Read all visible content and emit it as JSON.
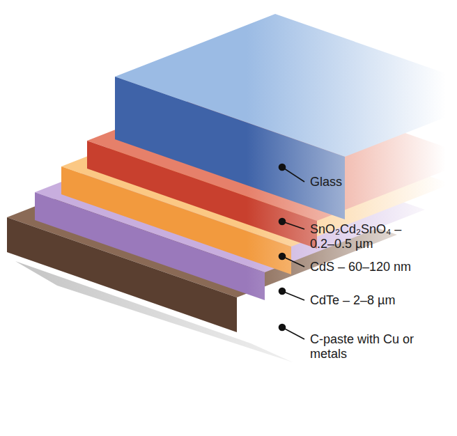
{
  "diagram": {
    "labels": [
      "Glass",
      "SnO₂Cd₂SnO₄ – 0.2–0.5 µm",
      "CdS – 60–120 nm",
      "CdTe – 2–8 µm",
      "C-paste with Cu or metals"
    ]
  }
}
